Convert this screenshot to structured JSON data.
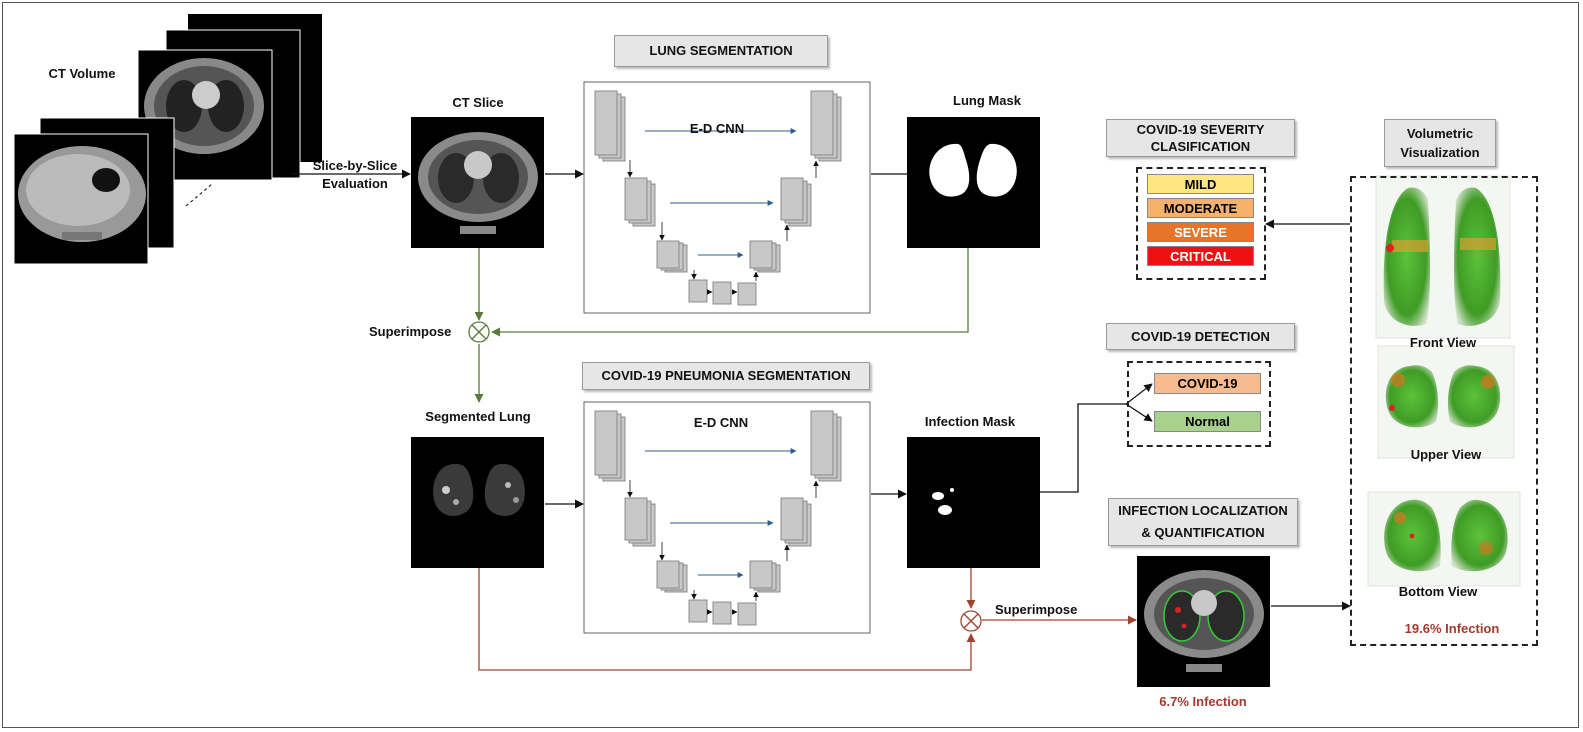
{
  "labels": {
    "ct_volume": "CT Volume",
    "slice_eval": "Slice-by-Slice\nEvaluation",
    "ct_slice": "CT Slice",
    "lung_mask": "Lung Mask",
    "superimpose_top": "Superimpose",
    "segmented_lung": "Segmented Lung",
    "infection_mask": "Infection  Mask",
    "superimpose_bottom": "Superimpose",
    "front_view": "Front View",
    "upper_view": "Upper View",
    "bottom_view": "Bottom View",
    "ed_cnn_top": "E-D CNN",
    "ed_cnn_bottom": "E-D CNN",
    "infection_slice": "6.7% Infection",
    "infection_volume": "19.6% Infection"
  },
  "titles": {
    "lung_segmentation": "LUNG SEGMENTATION",
    "pneumonia_segmentation": "COVID-19 PNEUMONIA SEGMENTATION",
    "severity": "COVID-19 SEVERITY\nCLASIFICATION",
    "detection": "COVID-19 DETECTION",
    "localization": "INFECTION LOCALIZATION\n& QUANTIFICATION",
    "volumetric": "Volumetric\nVisualization"
  },
  "severity_levels": [
    {
      "label": "MILD",
      "color": "#ffe680"
    },
    {
      "label": "MODERATE",
      "color": "#f6b26b"
    },
    {
      "label": "SEVERE",
      "color": "#e8742a"
    },
    {
      "label": "CRITICAL",
      "color": "#ee1111"
    }
  ],
  "detection_classes": [
    {
      "label": "COVID-19",
      "color": "#f7bb8f"
    },
    {
      "label": "Normal",
      "color": "#a9d18e"
    }
  ],
  "colors": {
    "green_arrow": "#5a7a3c",
    "red_arrow": "#a0432f",
    "blue_arrow": "#2e5e8e",
    "lung_green": "#4caf2a"
  }
}
